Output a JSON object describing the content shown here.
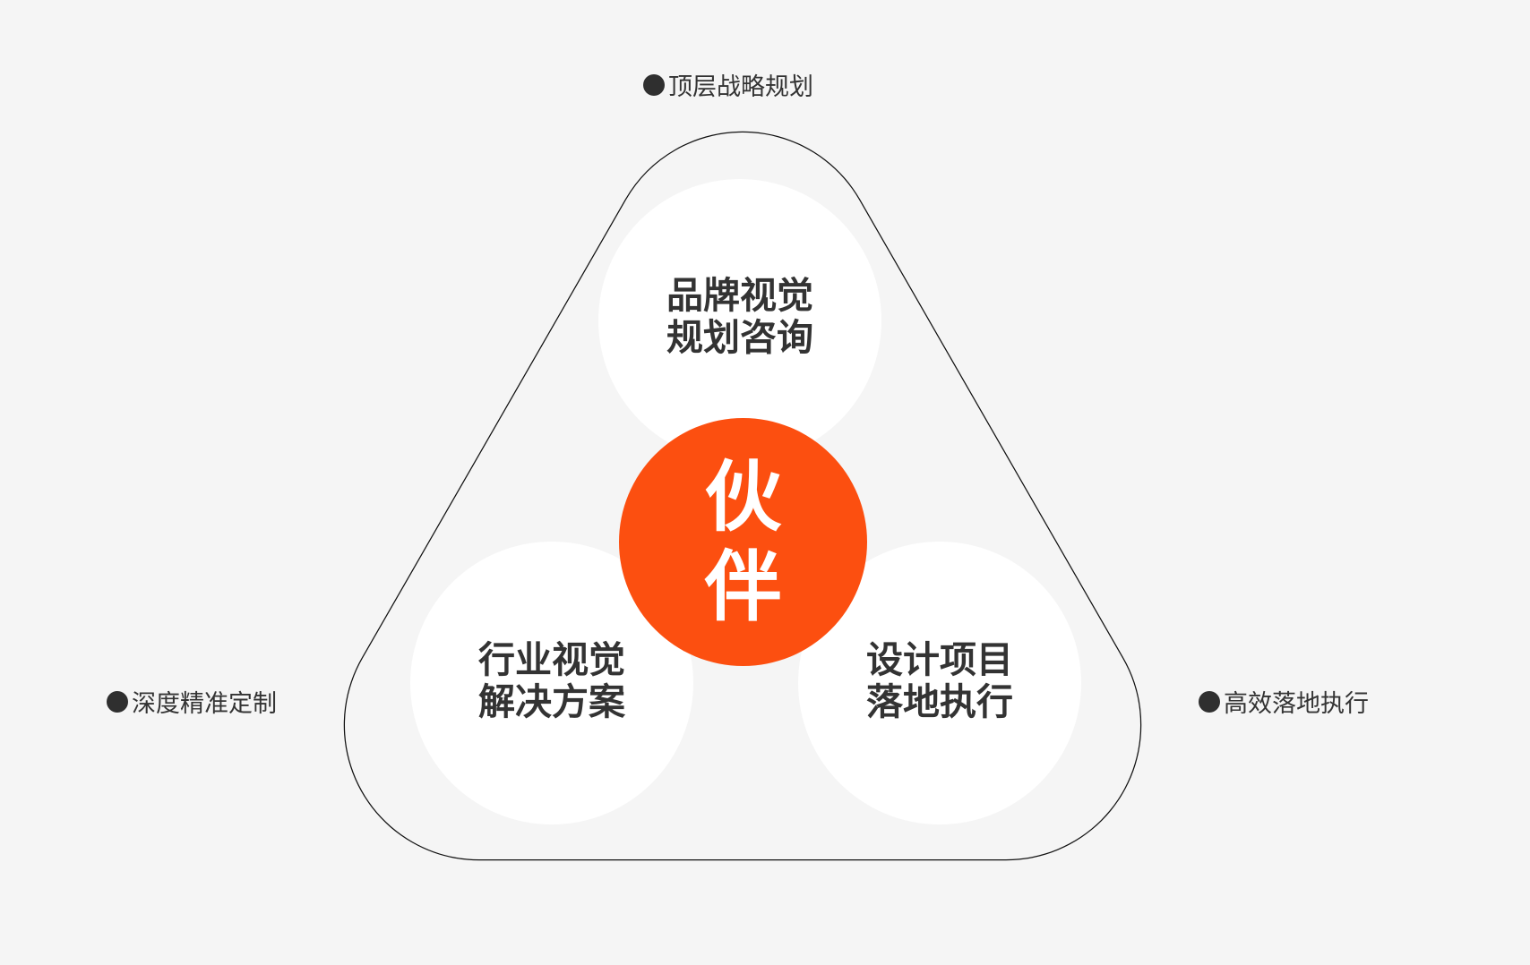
{
  "colors": {
    "background": "#f5f5f5",
    "accent": "#fc4f10",
    "outline": "#111111",
    "circle_fill": "#ffffff",
    "text": "#333333"
  },
  "outer_labels": {
    "top": "顶层战略规划",
    "left": "深度精准定制",
    "right": "高效落地执行"
  },
  "circles": {
    "top": {
      "line1": "品牌视觉",
      "line2": "规划咨询"
    },
    "bottom_left": {
      "line1": "行业视觉",
      "line2": "解决方案"
    },
    "bottom_right": {
      "line1": "设计项目",
      "line2": "落地执行"
    }
  },
  "core": {
    "line1": "伙",
    "line2": "伴"
  },
  "icons": {
    "bullet": "filled-circle-bullet"
  }
}
